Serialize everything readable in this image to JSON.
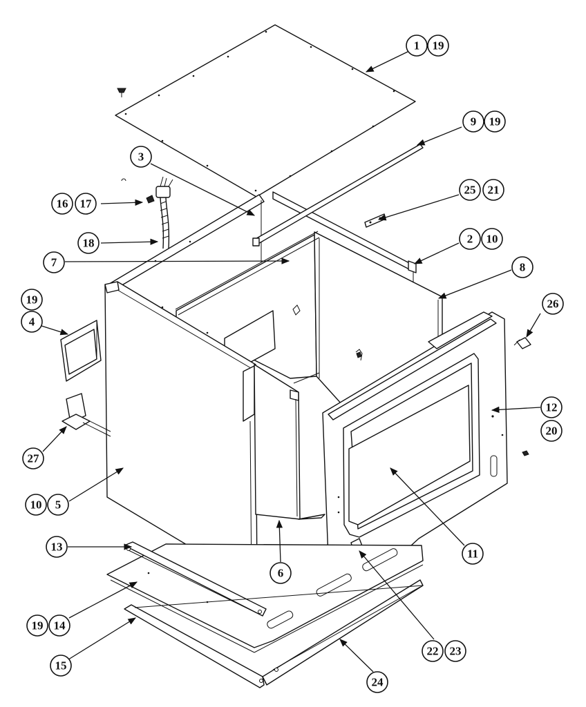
{
  "diagram": {
    "callouts": [
      {
        "id": "c1",
        "labels": [
          "1",
          "19"
        ]
      },
      {
        "id": "c9",
        "labels": [
          "9",
          "19"
        ]
      },
      {
        "id": "c3",
        "labels": [
          "3"
        ]
      },
      {
        "id": "c16",
        "labels": [
          "16",
          "17"
        ]
      },
      {
        "id": "c25",
        "labels": [
          "25",
          "21"
        ]
      },
      {
        "id": "c18",
        "labels": [
          "18"
        ]
      },
      {
        "id": "c2",
        "labels": [
          "2",
          "10"
        ]
      },
      {
        "id": "c7",
        "labels": [
          "7"
        ]
      },
      {
        "id": "c8",
        "labels": [
          "8"
        ]
      },
      {
        "id": "c19",
        "labels": [
          "19"
        ]
      },
      {
        "id": "c4",
        "labels": [
          "4"
        ]
      },
      {
        "id": "c26",
        "labels": [
          "26"
        ]
      },
      {
        "id": "c12",
        "labels": [
          "12"
        ]
      },
      {
        "id": "c20",
        "labels": [
          "20"
        ]
      },
      {
        "id": "c27",
        "labels": [
          "27"
        ]
      },
      {
        "id": "c10",
        "labels": [
          "10",
          "5"
        ]
      },
      {
        "id": "c13",
        "labels": [
          "13"
        ]
      },
      {
        "id": "c11",
        "labels": [
          "11"
        ]
      },
      {
        "id": "c6",
        "labels": [
          "6"
        ]
      },
      {
        "id": "c14",
        "labels": [
          "19",
          "14"
        ]
      },
      {
        "id": "c15",
        "labels": [
          "15"
        ]
      },
      {
        "id": "c22",
        "labels": [
          "22",
          "23"
        ]
      },
      {
        "id": "c24",
        "labels": [
          "24"
        ]
      }
    ]
  }
}
